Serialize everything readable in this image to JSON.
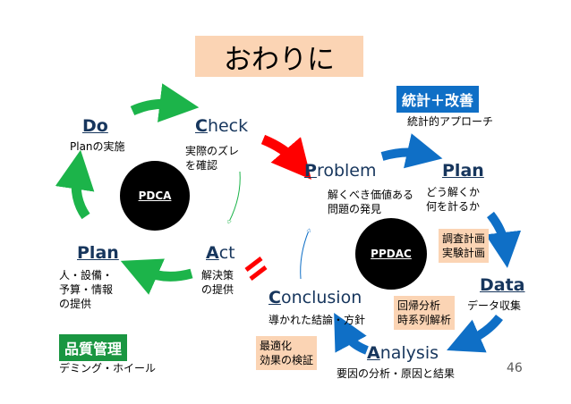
{
  "slide": {
    "title": "おわりに",
    "page_number": "46"
  },
  "pdca": {
    "center_label": "PDCA",
    "do": {
      "head": "Do",
      "note": "Planの実施"
    },
    "check": {
      "head_first": "C",
      "head_rest": "heck",
      "note": "実際のズレ\nを確認"
    },
    "act": {
      "head_first": "A",
      "head_rest": "ct",
      "note": "解決策\nの提供"
    },
    "plan": {
      "head": "Plan",
      "note": "人・設備・\n予算・情報\nの提供"
    },
    "badge": "品質管理",
    "caption": "デミング・ホイール"
  },
  "ppdac": {
    "center_label": "PPDAC",
    "badge": "統計＋改善",
    "caption": "統計的アプローチ",
    "problem": {
      "head_first": "P",
      "head_rest": "roblem",
      "note": "解くべき価値ある\n問題の発見"
    },
    "plan": {
      "head": "Plan",
      "note": "どう解くか\n何を計るか"
    },
    "data": {
      "head": "Data",
      "note": "データ収集"
    },
    "analysis": {
      "head_first": "A",
      "head_rest": "nalysis",
      "note": "要因の分析・原因と結果"
    },
    "conclusion": {
      "head_first": "C",
      "head_rest": "onclusion",
      "note": "導かれた結論・方針"
    },
    "tag_plan": "調査計画\n実験計画",
    "tag_data": "回帰分析\n時系列解析",
    "tag_conclusion": "最適化\n効果の検証"
  },
  "equals_sign": "=",
  "colors": {
    "green": "#1cb44a",
    "blue": "#0f6fc6",
    "red": "#ff0000",
    "heading": "#17365d",
    "tag_fill": "#fbd4b4",
    "badge_blue": "#0f6fc6",
    "badge_green": "#1a9641"
  }
}
